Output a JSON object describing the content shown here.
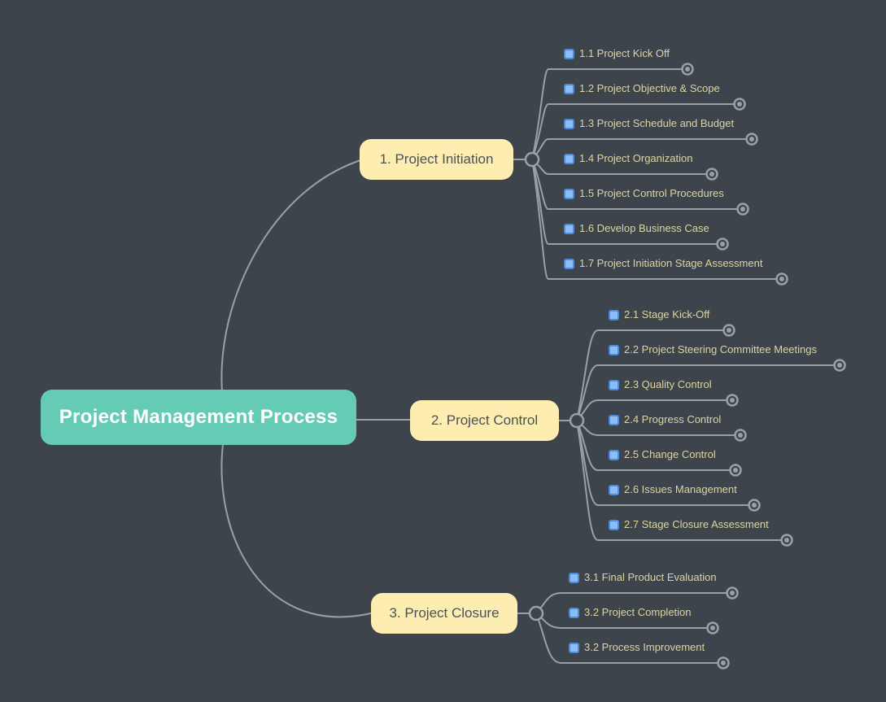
{
  "page": {
    "background": "#3e444b",
    "line_color": "#9aa0a5"
  },
  "mindmap": {
    "root": {
      "label": "Project Management Process",
      "fill": "#65cbb5",
      "text_color": "#ffffff"
    },
    "branch_style": {
      "fill": "#fdedb0",
      "text_color": "#4a525a"
    },
    "leaf_style": {
      "text_color": "#dbd5a2",
      "icon": "checkbox-icon",
      "checkbox_fill": "#8dbdf2",
      "checkbox_border": "#4a8ce0"
    },
    "branches": [
      {
        "label": "1. Project Initiation",
        "children": [
          "1.1 Project Kick Off",
          "1.2 Project Objective & Scope",
          "1.3 Project Schedule and Budget",
          "1.4 Project Organization",
          "1.5 Project Control Procedures",
          "1.6 Develop Business Case",
          "1.7 Project Initiation Stage Assessment"
        ]
      },
      {
        "label": "2. Project Control",
        "children": [
          "2.1 Stage Kick-Off",
          "2.2 Project Steering Committee Meetings",
          "2.3 Quality Control",
          "2.4 Progress Control",
          "2.5 Change Control",
          "2.6 Issues Management",
          "2.7 Stage Closure Assessment"
        ]
      },
      {
        "label": "3. Project Closure",
        "children": [
          "3.1 Final Product Evaluation",
          "3.2 Project Completion",
          "3.2 Process Improvement"
        ]
      }
    ]
  }
}
